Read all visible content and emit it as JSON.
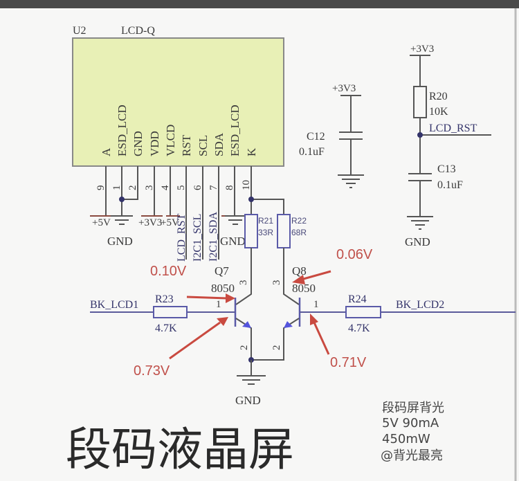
{
  "ic": {
    "ref": "U2",
    "value": "LCD-Q",
    "pins": [
      {
        "name": "A",
        "num": "9"
      },
      {
        "name": "ESD_LCD",
        "num": "1"
      },
      {
        "name": "GND",
        "num": "2"
      },
      {
        "name": "VDD",
        "num": "3"
      },
      {
        "name": "VLCD",
        "num": "4"
      },
      {
        "name": "RST",
        "num": "5"
      },
      {
        "name": "SCL",
        "num": "6"
      },
      {
        "name": "SDA",
        "num": "7"
      },
      {
        "name": "ESD_LCD",
        "num": "8"
      },
      {
        "name": "K",
        "num": "10"
      }
    ]
  },
  "power": {
    "p5v": "+5V",
    "p3v3": "+3V3",
    "p5v_b": "+5V",
    "gnd": "GND",
    "p3v3_c12": "+3V3",
    "p3v3_r20": "+3V3"
  },
  "nets": {
    "lcd_rst_v": "LCD_RST",
    "scl": "I2C1_SCL",
    "sda": "I2C1_SDA",
    "bk1": "BK_LCD1",
    "bk2": "BK_LCD2",
    "lcd_rst": "LCD_RST"
  },
  "components": {
    "r21": {
      "ref": "R21",
      "value": "33R"
    },
    "r22": {
      "ref": "R22",
      "value": "68R"
    },
    "r23": {
      "ref": "R23",
      "value": "4.7K"
    },
    "r24": {
      "ref": "R24",
      "value": "4.7K"
    },
    "r20": {
      "ref": "R20",
      "value": "10K"
    },
    "c12": {
      "ref": "C12",
      "value": "0.1uF"
    },
    "c13": {
      "ref": "C13",
      "value": "0.1uF"
    },
    "q7": {
      "ref": "Q7",
      "value": "8050",
      "pin_c": "3",
      "pin_b": "1",
      "pin_e": "2"
    },
    "q8": {
      "ref": "Q8",
      "value": "8050",
      "pin_c": "3",
      "pin_b": "1",
      "pin_e": "2"
    }
  },
  "annotations": {
    "q7_c": "0.10V",
    "q8_c": "0.06V",
    "q7_b": "0.73V",
    "q8_b": "0.71V",
    "color": "#c0504a"
  },
  "title": "段码液晶屏",
  "notes": [
    "段码屏背光",
    "5V 90mA",
    "450mW",
    "@背光最亮"
  ]
}
